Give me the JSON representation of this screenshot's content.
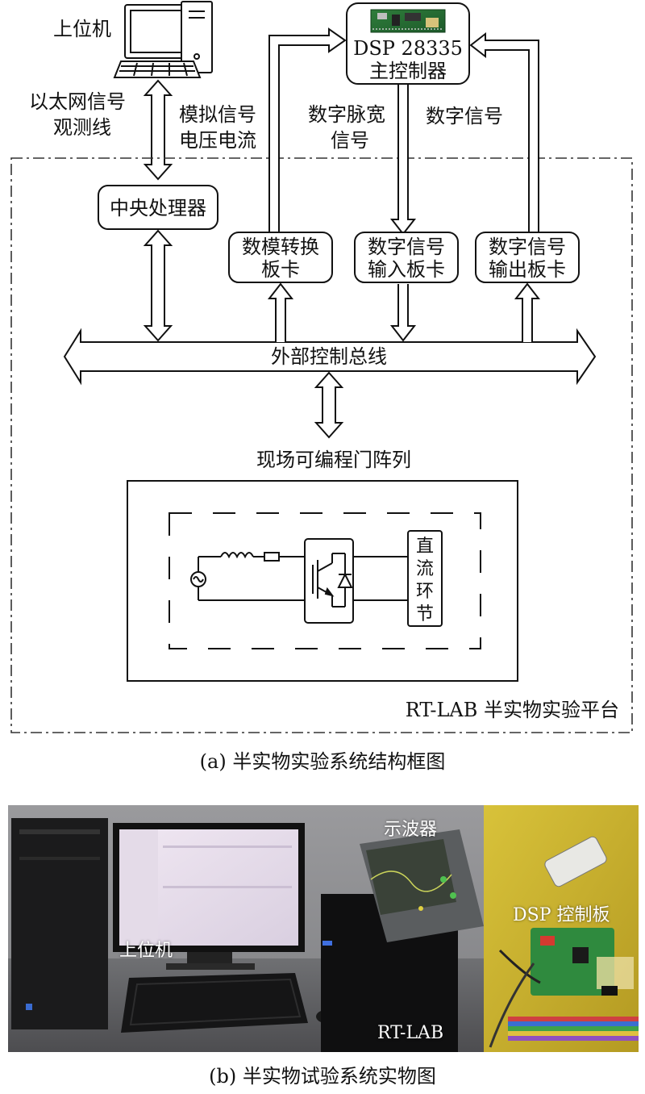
{
  "figure_a": {
    "host_pc": "上位机",
    "ethernet": [
      "以太网信号",
      "观测线"
    ],
    "analog_signal": [
      "模拟信号",
      "电压电流"
    ],
    "pwm_signal": [
      "数字脉宽",
      "信号"
    ],
    "digital_signal": "数字信号",
    "dsp_controller": [
      "DSP 28335",
      "主控制器"
    ],
    "cpu": "中央处理器",
    "dac_card": [
      "数模转换",
      "板卡"
    ],
    "din_card": [
      "数字信号",
      "输入板卡"
    ],
    "dout_card": [
      "数字信号",
      "输出板卡"
    ],
    "bus": "外部控制总线",
    "fpga": "现场可编程门阵列",
    "dc_link": [
      "直",
      "流",
      "环",
      "节"
    ],
    "platform": "RT-LAB 半实物实验平台",
    "caption": "(a) 半实物实验系统结构框图"
  },
  "figure_b": {
    "oscilloscope": "示波器",
    "dsp_board": "DSP 控制板",
    "host_pc": "上位机",
    "rtlab": "RT-LAB",
    "caption": "(b) 半实物试验系统实物图"
  }
}
